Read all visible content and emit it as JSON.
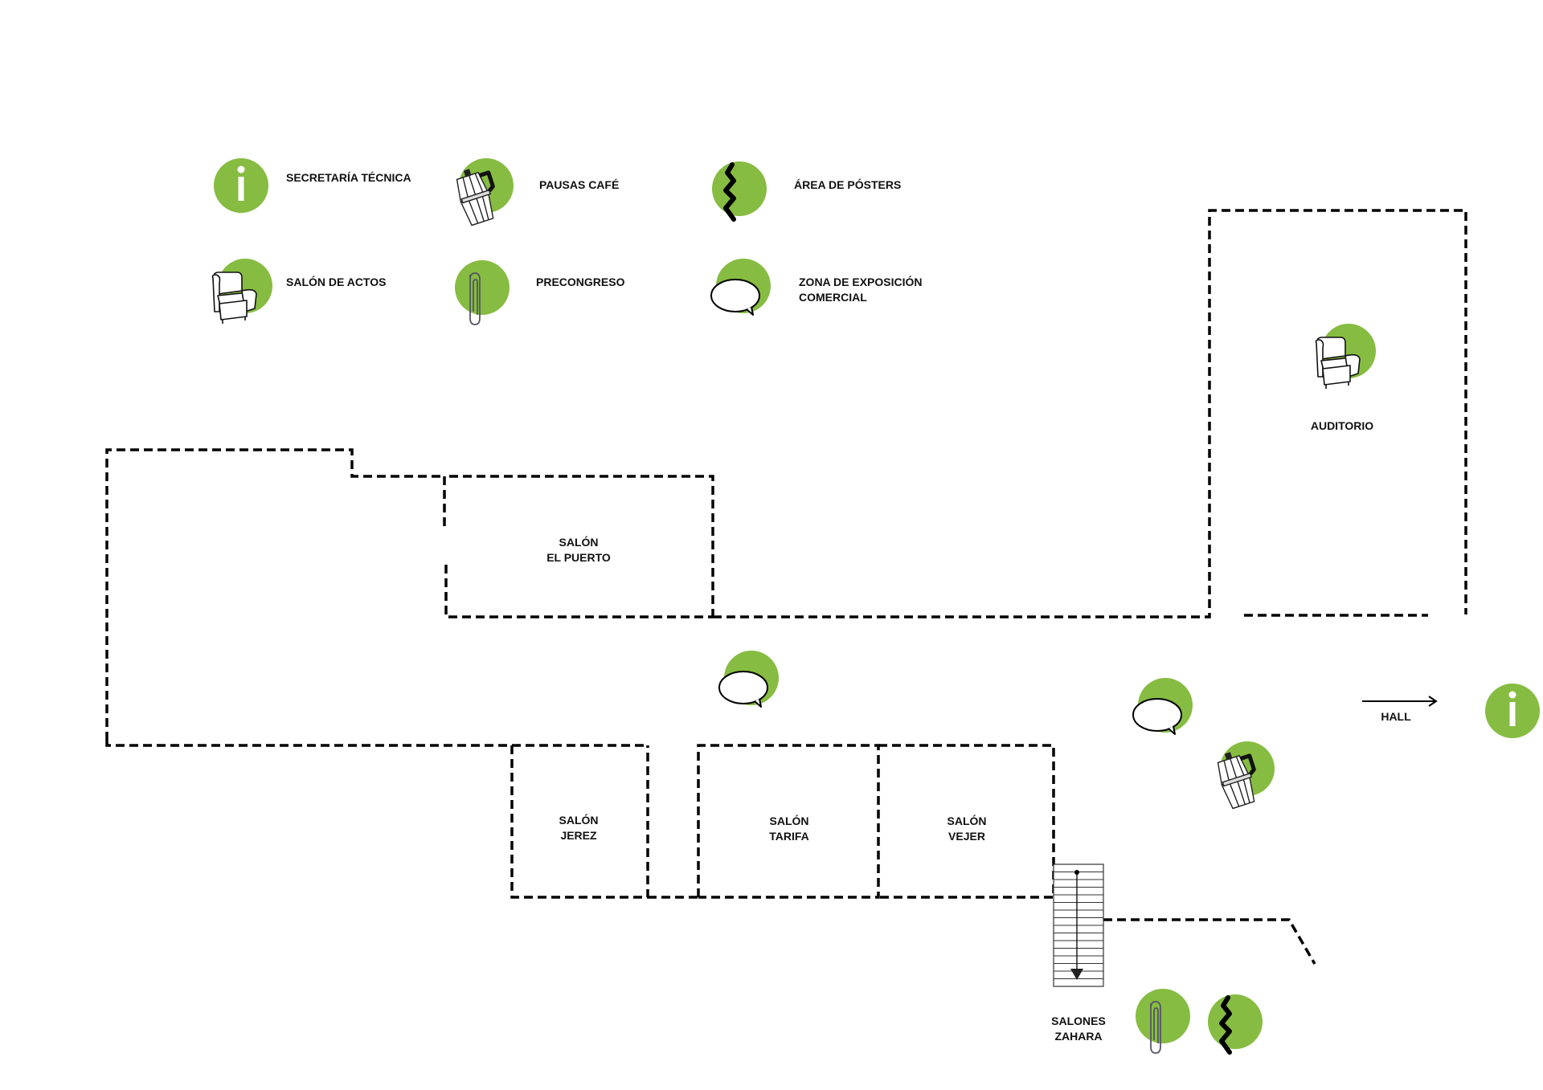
{
  "accent_color": "#86bc42",
  "legend": [
    {
      "icon": "info-icon",
      "label": "SECRETARÍA TÉCNICA"
    },
    {
      "icon": "coffee-pot-icon",
      "label": "PAUSAS CAFÉ"
    },
    {
      "icon": "poster-zigzag-icon",
      "label": "ÁREA DE PÓSTERS"
    },
    {
      "icon": "armchair-icon",
      "label": "SALÓN DE ACTOS"
    },
    {
      "icon": "paperclip-icon",
      "label": "PRECONGRESO"
    },
    {
      "icon": "speech-bubble-icon",
      "label": "ZONA DE EXPOSICIÓN\nCOMERCIAL"
    }
  ],
  "rooms": {
    "el_puerto": "SALÓN\nEL PUERTO",
    "jerez": "SALÓN\nJEREZ",
    "tarifa": "SALÓN\nTARIFA",
    "vejer": "SALÓN\nVEJER",
    "auditorio": "AUDITORIO",
    "zahara": "SALONES\nZAHARA",
    "hall": "HALL"
  },
  "markers": [
    {
      "icon": "armchair-icon",
      "area": "auditorio"
    },
    {
      "icon": "speech-bubble-icon",
      "area": "central-corridor"
    },
    {
      "icon": "speech-bubble-icon",
      "area": "east-corridor"
    },
    {
      "icon": "coffee-pot-icon",
      "area": "east-corridor"
    },
    {
      "icon": "info-icon",
      "area": "hall"
    },
    {
      "icon": "paperclip-icon",
      "area": "salones-zahara"
    },
    {
      "icon": "poster-zigzag-icon",
      "area": "salones-zahara"
    }
  ]
}
